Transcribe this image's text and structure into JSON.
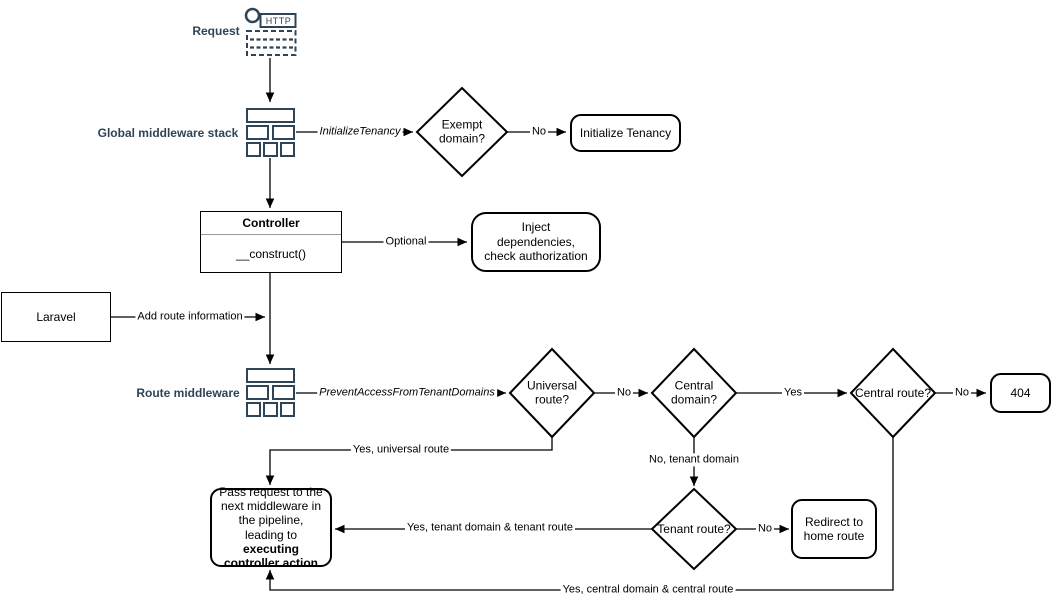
{
  "colors": {
    "accent_dark": "#2F4456",
    "line": "#000000",
    "background": "#ffffff"
  },
  "labels": {
    "request": "Request",
    "http": "HTTP",
    "global_middleware": "Global middleware stack",
    "route_middleware": "Route middleware"
  },
  "nodes": {
    "exempt_domain": "Exempt domain?",
    "initialize_tenancy": "Initialize Tenancy",
    "controller_title": "Controller",
    "controller_method": "__construct()",
    "inject": "Inject dependencies, check authorization",
    "laravel": "Laravel",
    "universal_route": "Universal route?",
    "central_domain": "Central domain?",
    "central_route": "Central route?",
    "not_found": "404",
    "tenant_route": "Tenant route?",
    "redirect": "Redirect to home route",
    "pass_text": "Pass request to the next middleware in the pipeline, leading to ",
    "pass_bold": "executing controller action"
  },
  "edge_labels": {
    "initialize_tenancy": "InitializeTenancy",
    "exempt_no": "No",
    "optional": "Optional",
    "add_route_information": "Add route information",
    "prevent_access": "PreventAccessFromTenantDomains",
    "universal_no": "No",
    "central_domain_yes": "Yes",
    "central_route_no": "No",
    "universal_yes": "Yes, universal route",
    "central_domain_no": "No, tenant domain",
    "tenant_no": "No",
    "tenant_yes": "Yes, tenant domain & tenant route",
    "central_route_yes": "Yes, central domain & central route"
  }
}
